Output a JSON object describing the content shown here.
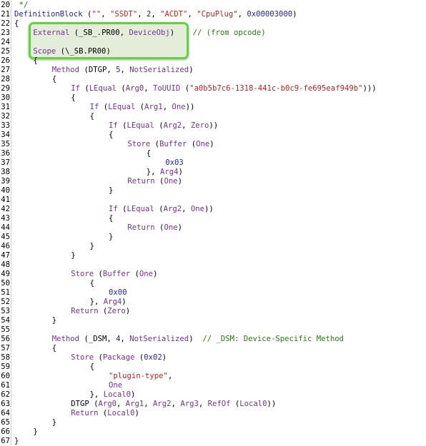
{
  "editor": {
    "highlight_color": "#5fd53c",
    "colors": {
      "function": "#2424a8",
      "keyword": "#7a2f9a",
      "string": "#c81e1e",
      "number": "#2424a8",
      "comment": "#2a7a12",
      "plain": "#000000"
    },
    "lines": [
      {
        "n": "20",
        "indent": 1,
        "tokens": [
          {
            "t": "*/",
            "c": "cmt"
          }
        ]
      },
      {
        "n": "21",
        "indent": 0,
        "tokens": [
          {
            "t": "DefinitionBlock",
            "c": "fn"
          },
          {
            "t": " (",
            "c": "t"
          },
          {
            "t": "\"\"",
            "c": "str"
          },
          {
            "t": ", ",
            "c": "t"
          },
          {
            "t": "\"SSDT\"",
            "c": "str"
          },
          {
            "t": ", ",
            "c": "t"
          },
          {
            "t": "2",
            "c": "num"
          },
          {
            "t": ", ",
            "c": "t"
          },
          {
            "t": "\"ACDT\"",
            "c": "str"
          },
          {
            "t": ", ",
            "c": "t"
          },
          {
            "t": "\"CpuPlug\"",
            "c": "str"
          },
          {
            "t": ", ",
            "c": "t"
          },
          {
            "t": "0x00003000",
            "c": "num"
          },
          {
            "t": ")",
            "c": "t"
          }
        ]
      },
      {
        "n": "22",
        "indent": 0,
        "tokens": [
          {
            "t": "{",
            "c": "t"
          }
        ]
      },
      {
        "n": "23",
        "indent": 4,
        "tokens": [
          {
            "t": "External",
            "c": "kw"
          },
          {
            "t": " (_SB_.PR00, ",
            "c": "t"
          },
          {
            "t": "DeviceObj",
            "c": "kw"
          },
          {
            "t": ")    ",
            "c": "t"
          },
          {
            "t": "// (from opcode)",
            "c": "cmt"
          }
        ]
      },
      {
        "n": "24",
        "indent": 0,
        "tokens": []
      },
      {
        "n": "25",
        "indent": 4,
        "tokens": [
          {
            "t": "Scope",
            "c": "kw"
          },
          {
            "t": " (\\_SB.PR00)",
            "c": "t"
          }
        ]
      },
      {
        "n": "26",
        "indent": 4,
        "tokens": [
          {
            "t": "{",
            "c": "t"
          }
        ]
      },
      {
        "n": "27",
        "indent": 8,
        "tokens": [
          {
            "t": "Method",
            "c": "kw"
          },
          {
            "t": " (DTGP, ",
            "c": "t"
          },
          {
            "t": "5",
            "c": "num"
          },
          {
            "t": ", ",
            "c": "t"
          },
          {
            "t": "NotSerialized",
            "c": "kw"
          },
          {
            "t": ")",
            "c": "t"
          }
        ]
      },
      {
        "n": "28",
        "indent": 8,
        "tokens": [
          {
            "t": "{",
            "c": "t"
          }
        ]
      },
      {
        "n": "29",
        "indent": 12,
        "tokens": [
          {
            "t": "If",
            "c": "kw"
          },
          {
            "t": " (",
            "c": "t"
          },
          {
            "t": "LEqual",
            "c": "kw"
          },
          {
            "t": " (",
            "c": "t"
          },
          {
            "t": "Arg0",
            "c": "kw"
          },
          {
            "t": ", ",
            "c": "t"
          },
          {
            "t": "ToUUID",
            "c": "kw"
          },
          {
            "t": " (",
            "c": "t"
          },
          {
            "t": "\"a0b5b7c6-1318-441c-b0c9-fe695eaf949b\"",
            "c": "str"
          },
          {
            "t": ")))",
            "c": "t"
          }
        ]
      },
      {
        "n": "30",
        "indent": 12,
        "tokens": [
          {
            "t": "{",
            "c": "t"
          }
        ]
      },
      {
        "n": "31",
        "indent": 16,
        "tokens": [
          {
            "t": "If",
            "c": "kw"
          },
          {
            "t": " (",
            "c": "t"
          },
          {
            "t": "LEqual",
            "c": "kw"
          },
          {
            "t": " (",
            "c": "t"
          },
          {
            "t": "Arg1",
            "c": "kw"
          },
          {
            "t": ", ",
            "c": "t"
          },
          {
            "t": "One",
            "c": "kw"
          },
          {
            "t": "))",
            "c": "t"
          }
        ]
      },
      {
        "n": "32",
        "indent": 16,
        "tokens": [
          {
            "t": "{",
            "c": "t"
          }
        ]
      },
      {
        "n": "33",
        "indent": 20,
        "tokens": [
          {
            "t": "If",
            "c": "kw"
          },
          {
            "t": " (",
            "c": "t"
          },
          {
            "t": "LEqual",
            "c": "kw"
          },
          {
            "t": " (",
            "c": "t"
          },
          {
            "t": "Arg2",
            "c": "kw"
          },
          {
            "t": ", ",
            "c": "t"
          },
          {
            "t": "Zero",
            "c": "kw"
          },
          {
            "t": "))",
            "c": "t"
          }
        ]
      },
      {
        "n": "34",
        "indent": 20,
        "tokens": [
          {
            "t": "{",
            "c": "t"
          }
        ]
      },
      {
        "n": "35",
        "indent": 24,
        "tokens": [
          {
            "t": "Store",
            "c": "kw"
          },
          {
            "t": " (",
            "c": "t"
          },
          {
            "t": "Buffer",
            "c": "kw"
          },
          {
            "t": " (",
            "c": "t"
          },
          {
            "t": "One",
            "c": "kw"
          },
          {
            "t": ")",
            "c": "t"
          }
        ]
      },
      {
        "n": "36",
        "indent": 28,
        "tokens": [
          {
            "t": "{",
            "c": "t"
          }
        ]
      },
      {
        "n": "37",
        "indent": 32,
        "tokens": [
          {
            "t": "0x03",
            "c": "num"
          }
        ]
      },
      {
        "n": "38",
        "indent": 28,
        "tokens": [
          {
            "t": "}, ",
            "c": "t"
          },
          {
            "t": "Arg4",
            "c": "kw"
          },
          {
            "t": ")",
            "c": "t"
          }
        ]
      },
      {
        "n": "39",
        "indent": 24,
        "tokens": [
          {
            "t": "Return",
            "c": "kw"
          },
          {
            "t": " (",
            "c": "t"
          },
          {
            "t": "One",
            "c": "kw"
          },
          {
            "t": ")",
            "c": "t"
          }
        ]
      },
      {
        "n": "40",
        "indent": 20,
        "tokens": [
          {
            "t": "}",
            "c": "t"
          }
        ]
      },
      {
        "n": "41",
        "indent": 0,
        "tokens": []
      },
      {
        "n": "42",
        "indent": 20,
        "tokens": [
          {
            "t": "If",
            "c": "kw"
          },
          {
            "t": " (",
            "c": "t"
          },
          {
            "t": "LEqual",
            "c": "kw"
          },
          {
            "t": " (",
            "c": "t"
          },
          {
            "t": "Arg2",
            "c": "kw"
          },
          {
            "t": ", ",
            "c": "t"
          },
          {
            "t": "One",
            "c": "kw"
          },
          {
            "t": "))",
            "c": "t"
          }
        ]
      },
      {
        "n": "43",
        "indent": 20,
        "tokens": [
          {
            "t": "{",
            "c": "t"
          }
        ]
      },
      {
        "n": "44",
        "indent": 24,
        "tokens": [
          {
            "t": "Return",
            "c": "kw"
          },
          {
            "t": " (",
            "c": "t"
          },
          {
            "t": "One",
            "c": "kw"
          },
          {
            "t": ")",
            "c": "t"
          }
        ]
      },
      {
        "n": "45",
        "indent": 20,
        "tokens": [
          {
            "t": "}",
            "c": "t"
          }
        ]
      },
      {
        "n": "46",
        "indent": 16,
        "tokens": [
          {
            "t": "}",
            "c": "t"
          }
        ]
      },
      {
        "n": "47",
        "indent": 12,
        "tokens": [
          {
            "t": "}",
            "c": "t"
          }
        ]
      },
      {
        "n": "48",
        "indent": 0,
        "tokens": []
      },
      {
        "n": "49",
        "indent": 12,
        "tokens": [
          {
            "t": "Store",
            "c": "kw"
          },
          {
            "t": " (",
            "c": "t"
          },
          {
            "t": "Buffer",
            "c": "kw"
          },
          {
            "t": " (",
            "c": "t"
          },
          {
            "t": "One",
            "c": "kw"
          },
          {
            "t": ")",
            "c": "t"
          }
        ]
      },
      {
        "n": "50",
        "indent": 16,
        "tokens": [
          {
            "t": "{",
            "c": "t"
          }
        ]
      },
      {
        "n": "51",
        "indent": 20,
        "tokens": [
          {
            "t": "0x00",
            "c": "num"
          }
        ]
      },
      {
        "n": "52",
        "indent": 16,
        "tokens": [
          {
            "t": "}, ",
            "c": "t"
          },
          {
            "t": "Arg4",
            "c": "kw"
          },
          {
            "t": ")",
            "c": "t"
          }
        ]
      },
      {
        "n": "53",
        "indent": 12,
        "tokens": [
          {
            "t": "Return",
            "c": "kw"
          },
          {
            "t": " (",
            "c": "t"
          },
          {
            "t": "Zero",
            "c": "kw"
          },
          {
            "t": ")",
            "c": "t"
          }
        ]
      },
      {
        "n": "54",
        "indent": 8,
        "tokens": [
          {
            "t": "}",
            "c": "t"
          }
        ]
      },
      {
        "n": "55",
        "indent": 0,
        "tokens": []
      },
      {
        "n": "56",
        "indent": 8,
        "tokens": [
          {
            "t": "Method",
            "c": "kw"
          },
          {
            "t": " (_DSM, ",
            "c": "t"
          },
          {
            "t": "4",
            "c": "num"
          },
          {
            "t": ", ",
            "c": "t"
          },
          {
            "t": "NotSerialized",
            "c": "kw"
          },
          {
            "t": ")  ",
            "c": "t"
          },
          {
            "t": "// _DSM: Device-Specific Method",
            "c": "cmt"
          }
        ]
      },
      {
        "n": "57",
        "indent": 8,
        "tokens": [
          {
            "t": "{",
            "c": "t"
          }
        ]
      },
      {
        "n": "58",
        "indent": 12,
        "tokens": [
          {
            "t": "Store",
            "c": "kw"
          },
          {
            "t": " (",
            "c": "t"
          },
          {
            "t": "Package",
            "c": "kw"
          },
          {
            "t": " (",
            "c": "t"
          },
          {
            "t": "0x02",
            "c": "num"
          },
          {
            "t": ")",
            "c": "t"
          }
        ]
      },
      {
        "n": "59",
        "indent": 16,
        "tokens": [
          {
            "t": "{",
            "c": "t"
          }
        ]
      },
      {
        "n": "60",
        "indent": 20,
        "tokens": [
          {
            "t": "\"plugin-type\"",
            "c": "str"
          },
          {
            "t": ",",
            "c": "t"
          }
        ]
      },
      {
        "n": "61",
        "indent": 20,
        "tokens": [
          {
            "t": "One",
            "c": "kw"
          }
        ]
      },
      {
        "n": "62",
        "indent": 16,
        "tokens": [
          {
            "t": "}, ",
            "c": "t"
          },
          {
            "t": "Local0",
            "c": "kw"
          },
          {
            "t": ")",
            "c": "t"
          }
        ]
      },
      {
        "n": "63",
        "indent": 12,
        "tokens": [
          {
            "t": "DTGP",
            "c": "t"
          },
          {
            "t": " (",
            "c": "t"
          },
          {
            "t": "Arg0",
            "c": "kw"
          },
          {
            "t": ", ",
            "c": "t"
          },
          {
            "t": "Arg1",
            "c": "kw"
          },
          {
            "t": ", ",
            "c": "t"
          },
          {
            "t": "Arg2",
            "c": "kw"
          },
          {
            "t": ", ",
            "c": "t"
          },
          {
            "t": "Arg3",
            "c": "kw"
          },
          {
            "t": ", ",
            "c": "t"
          },
          {
            "t": "RefOf",
            "c": "kw"
          },
          {
            "t": " (",
            "c": "t"
          },
          {
            "t": "Local0",
            "c": "kw"
          },
          {
            "t": "))",
            "c": "t"
          }
        ]
      },
      {
        "n": "64",
        "indent": 12,
        "tokens": [
          {
            "t": "Return",
            "c": "kw"
          },
          {
            "t": " (",
            "c": "t"
          },
          {
            "t": "Local0",
            "c": "kw"
          },
          {
            "t": ")",
            "c": "t"
          }
        ]
      },
      {
        "n": "65",
        "indent": 8,
        "tokens": [
          {
            "t": "}",
            "c": "t"
          }
        ]
      },
      {
        "n": "66",
        "indent": 4,
        "tokens": [
          {
            "t": "}",
            "c": "t"
          }
        ]
      },
      {
        "n": "67",
        "indent": 0,
        "tokens": [
          {
            "t": "}",
            "c": "t"
          }
        ]
      }
    ]
  }
}
